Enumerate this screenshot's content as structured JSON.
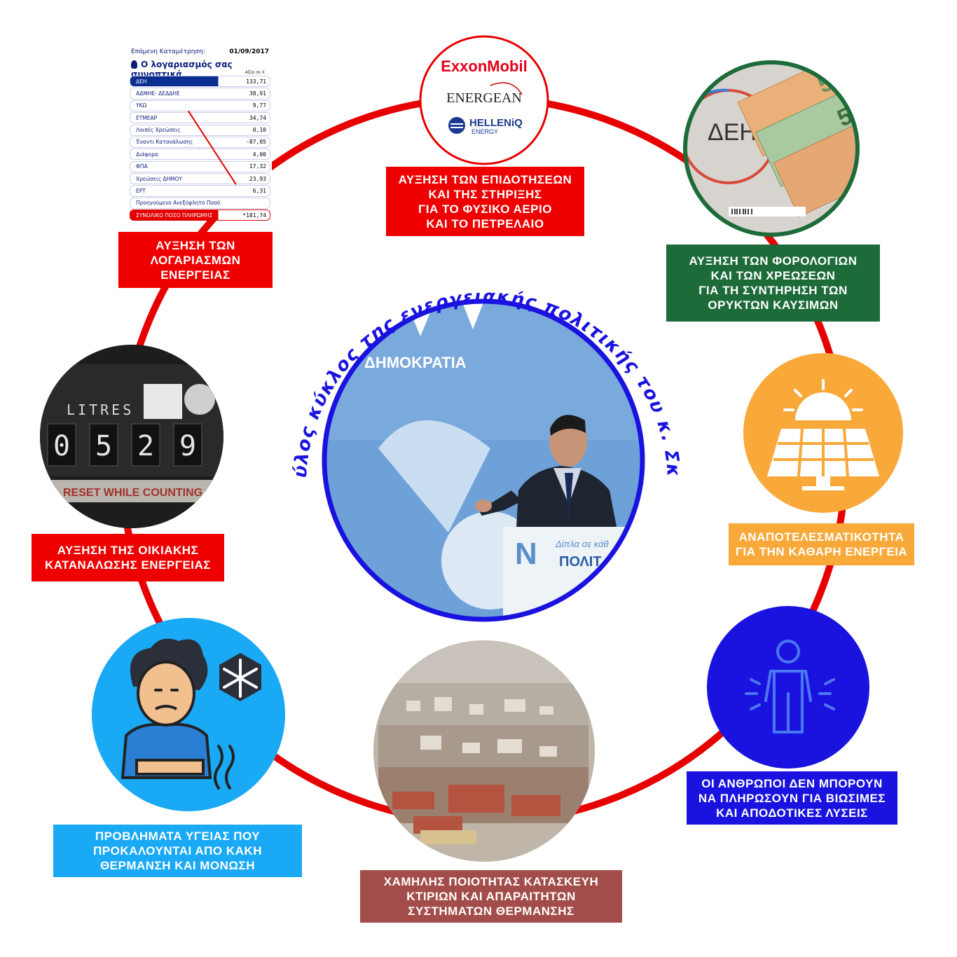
{
  "title": "Ο φαύλος κύκλος της ενεργειακής πολιτικής του κ. Σκρέκα",
  "colors": {
    "ring": "#e60000",
    "title": "#1a13e0",
    "red_box": "#ee0000",
    "green_box": "#1e6b3a",
    "orange": "#f8a93a",
    "blue": "#1a13e0",
    "cyan": "#1aa9f5",
    "brown": "#a34d4a"
  },
  "nodes": {
    "bill": {
      "label": "ΑΥΞΗΣΗ ΤΩΝ\nΛΟΓΑΡΙΑΣΜΩΝ\nΕΝΕΡΓΕΙΑΣ",
      "image": {
        "next_reading_label": "Επόμενη Καταμέτρηση:",
        "next_reading_date": "01/09/2017",
        "heading": "Ο λογαριασμός σας συνοπτικά",
        "currency_note": "Αξία σε €",
        "rows": [
          {
            "label": "ΔΕΗ",
            "amount": "133,71"
          },
          {
            "label": "ΑΔΜΗΕ- ΔΕΔΔΗΕ",
            "amount": "38,91"
          },
          {
            "label": "ΥΚΩ",
            "amount": "9,77"
          },
          {
            "label": "ΕΤΜΕΑΡ",
            "amount": "34,74"
          },
          {
            "label": "Λοιπές Χρεώσεις",
            "amount": "0,10"
          },
          {
            "label": "Έναντι Κατανάλωσης",
            "amount": "-87,05"
          },
          {
            "label": "Διάφορα",
            "amount": "4,00"
          },
          {
            "label": "ΦΠΑ",
            "amount": "17,32"
          },
          {
            "label": "Χρεώσεις ΔΗΜΟΥ",
            "amount": "23,93"
          },
          {
            "label": "ΕΡΤ",
            "amount": "6,31"
          },
          {
            "label": "Προηγούμενο Ανεξόφλητο Ποσό",
            "amount": ""
          },
          {
            "label": "ΣΥΝΟΛΙΚΟ ΠΟΣΟ ΠΛΗΡΩΜΗΣ",
            "amount": "*181,74"
          }
        ]
      }
    },
    "subsidies": {
      "label": "ΑΥΞΗΣΗ ΤΩΝ ΕΠΙΔΟΤΗΣΕΩΝ\nΚΑΙ ΤΗΣ ΣΤΗΡΙΞΗΣ\nΓΙΑ ΤΟ ΦΥΣΙΚΟ ΑΕΡΙΟ\nΚΑΙ ΤΟ ΠΕΤΡΕΛΑΙΟ",
      "logos": [
        "ExxonMobil",
        "ENERGEAN",
        "HELLENiQ",
        "ENERGY"
      ]
    },
    "taxes": {
      "label": "ΑΥΞΗΣΗ ΤΩΝ ΦΟΡΟΛΟΓΙΩΝ\nΚΑΙ ΤΩΝ ΧΡΕΩΣΕΩΝ\nΓΙΑ ΤΗ ΣΥΝΤΗΡΗΣΗ ΤΩΝ\nΟΡΥΚΤΩΝ ΚΑΥΣΙΜΩΝ",
      "image_text": "ΔΕΗ"
    },
    "clean_energy": {
      "label": "ΑΝΑΠΟΤΕΛΕΣΜΑΤΙΚΟΤΗΤΑ\nΓΙΑ ΤΗΝ ΚΑΘΑΡΗ ΕΝΕΡΓΕΙΑ",
      "icon": "solar-panel-icon"
    },
    "cannot_pay": {
      "label": "ΟΙ ΑΝΘΡΩΠΟΙ ΔΕΝ ΜΠΟΡΟΥΝ\nΝΑ ΠΛΗΡΩΣΟΥΝ ΓΙΑ ΒΙΩΣΙΜΕΣ\nΚΑΙ ΑΠΟΔΟΤΙΚΕΣ ΛΥΣΕΙΣ",
      "icon": "person-icon"
    },
    "buildings": {
      "label": "ΧΑΜΗΛΗΣ ΠΟΙΟΤΗΤΑΣ ΚΑΤΑΣΚΕΥΗ\nΚΤΙΡΙΩΝ ΚΑΙ ΑΠΑΡΑΙΤΗΤΩΝ\nΣΥΣΤΗΜΑΤΩΝ ΘΕΡΜΑΝΣΗΣ"
    },
    "health": {
      "label": "ΠΡΟΒΛΗΜΑΤΑ ΥΓΕΙΑΣ ΠΟΥ\nΠΡΟΚΑΛΟΥΝΤΑΙ ΑΠΟ ΚΑΚΗ\nΘΕΡΜΑΝΣΗ ΚΑΙ ΜΟΝΩΣΗ",
      "icon": "cold-person-icon"
    },
    "consumption": {
      "label": "ΑΥΞΗΣΗ ΤΗΣ ΟΙΚΙΑΚΗΣ\nΚΑΤΑΝΑΛΩΣΗΣ ΕΝΕΡΓΕΙΑΣ",
      "meter": {
        "unit": "LITRES",
        "digits": [
          "0",
          "5",
          "2",
          "9"
        ],
        "plate": "RESET WHILE COUNTING"
      }
    }
  },
  "center": {
    "backdrop_text": "ΔΗΜΟΚΡΑΤΙΑ",
    "podium_text": "Δίπλα σε κάθ",
    "podium_text2": "ΠΟΛΙΤ"
  }
}
